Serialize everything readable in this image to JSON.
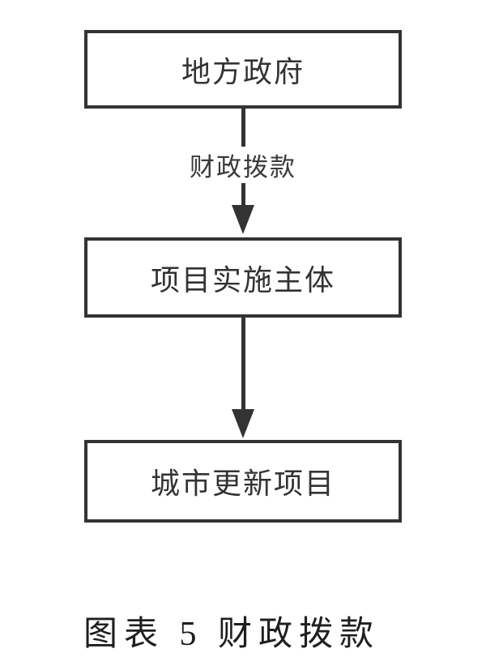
{
  "diagram": {
    "type": "flowchart",
    "direction": "top-down",
    "nodes": [
      {
        "id": "local-government",
        "label": "地方政府"
      },
      {
        "id": "project-implementer",
        "label": "项目实施主体"
      },
      {
        "id": "urban-renewal-project",
        "label": "城市更新项目"
      }
    ],
    "edges": [
      {
        "from": "local-government",
        "to": "project-implementer",
        "label": "财政拨款"
      },
      {
        "from": "project-implementer",
        "to": "urban-renewal-project",
        "label": ""
      }
    ],
    "caption": "图表 5 财政拨款"
  },
  "colors": {
    "background": "#ffffff",
    "box_border": "#333333",
    "box_text": "#333333",
    "arrow": "#333333",
    "edge_label_text": "#3a3a3a",
    "caption_text": "#1f1f1f"
  }
}
